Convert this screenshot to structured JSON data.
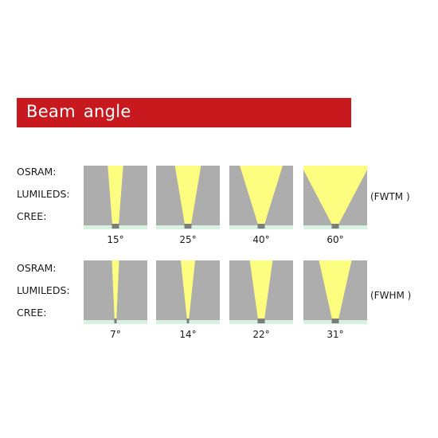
{
  "title": "Beam  angle",
  "colors": {
    "title_bar": "#c8191f",
    "panel_bg": "#adadad",
    "beam": "#fdfd80",
    "base": "#d8f2e2",
    "emitter": "#7d7d7d"
  },
  "groups": [
    {
      "id": "fwtm",
      "tag": "(FWTM  )",
      "brands": [
        "OSRAM:",
        "LUMILEDS:",
        "CREE:"
      ],
      "beams": [
        {
          "label": "15°",
          "angle": 15
        },
        {
          "label": "25°",
          "angle": 25
        },
        {
          "label": "40°",
          "angle": 40
        },
        {
          "label": "60°",
          "angle": 60
        }
      ]
    },
    {
      "id": "fwhm",
      "tag": "(FWHM )",
      "brands": [
        "OSRAM:",
        "LUMILEDS:",
        "CREE:"
      ],
      "beams": [
        {
          "label": "7°",
          "angle": 7
        },
        {
          "label": "14°",
          "angle": 14
        },
        {
          "label": "22°",
          "angle": 22
        },
        {
          "label": "31°",
          "angle": 31
        }
      ]
    }
  ]
}
